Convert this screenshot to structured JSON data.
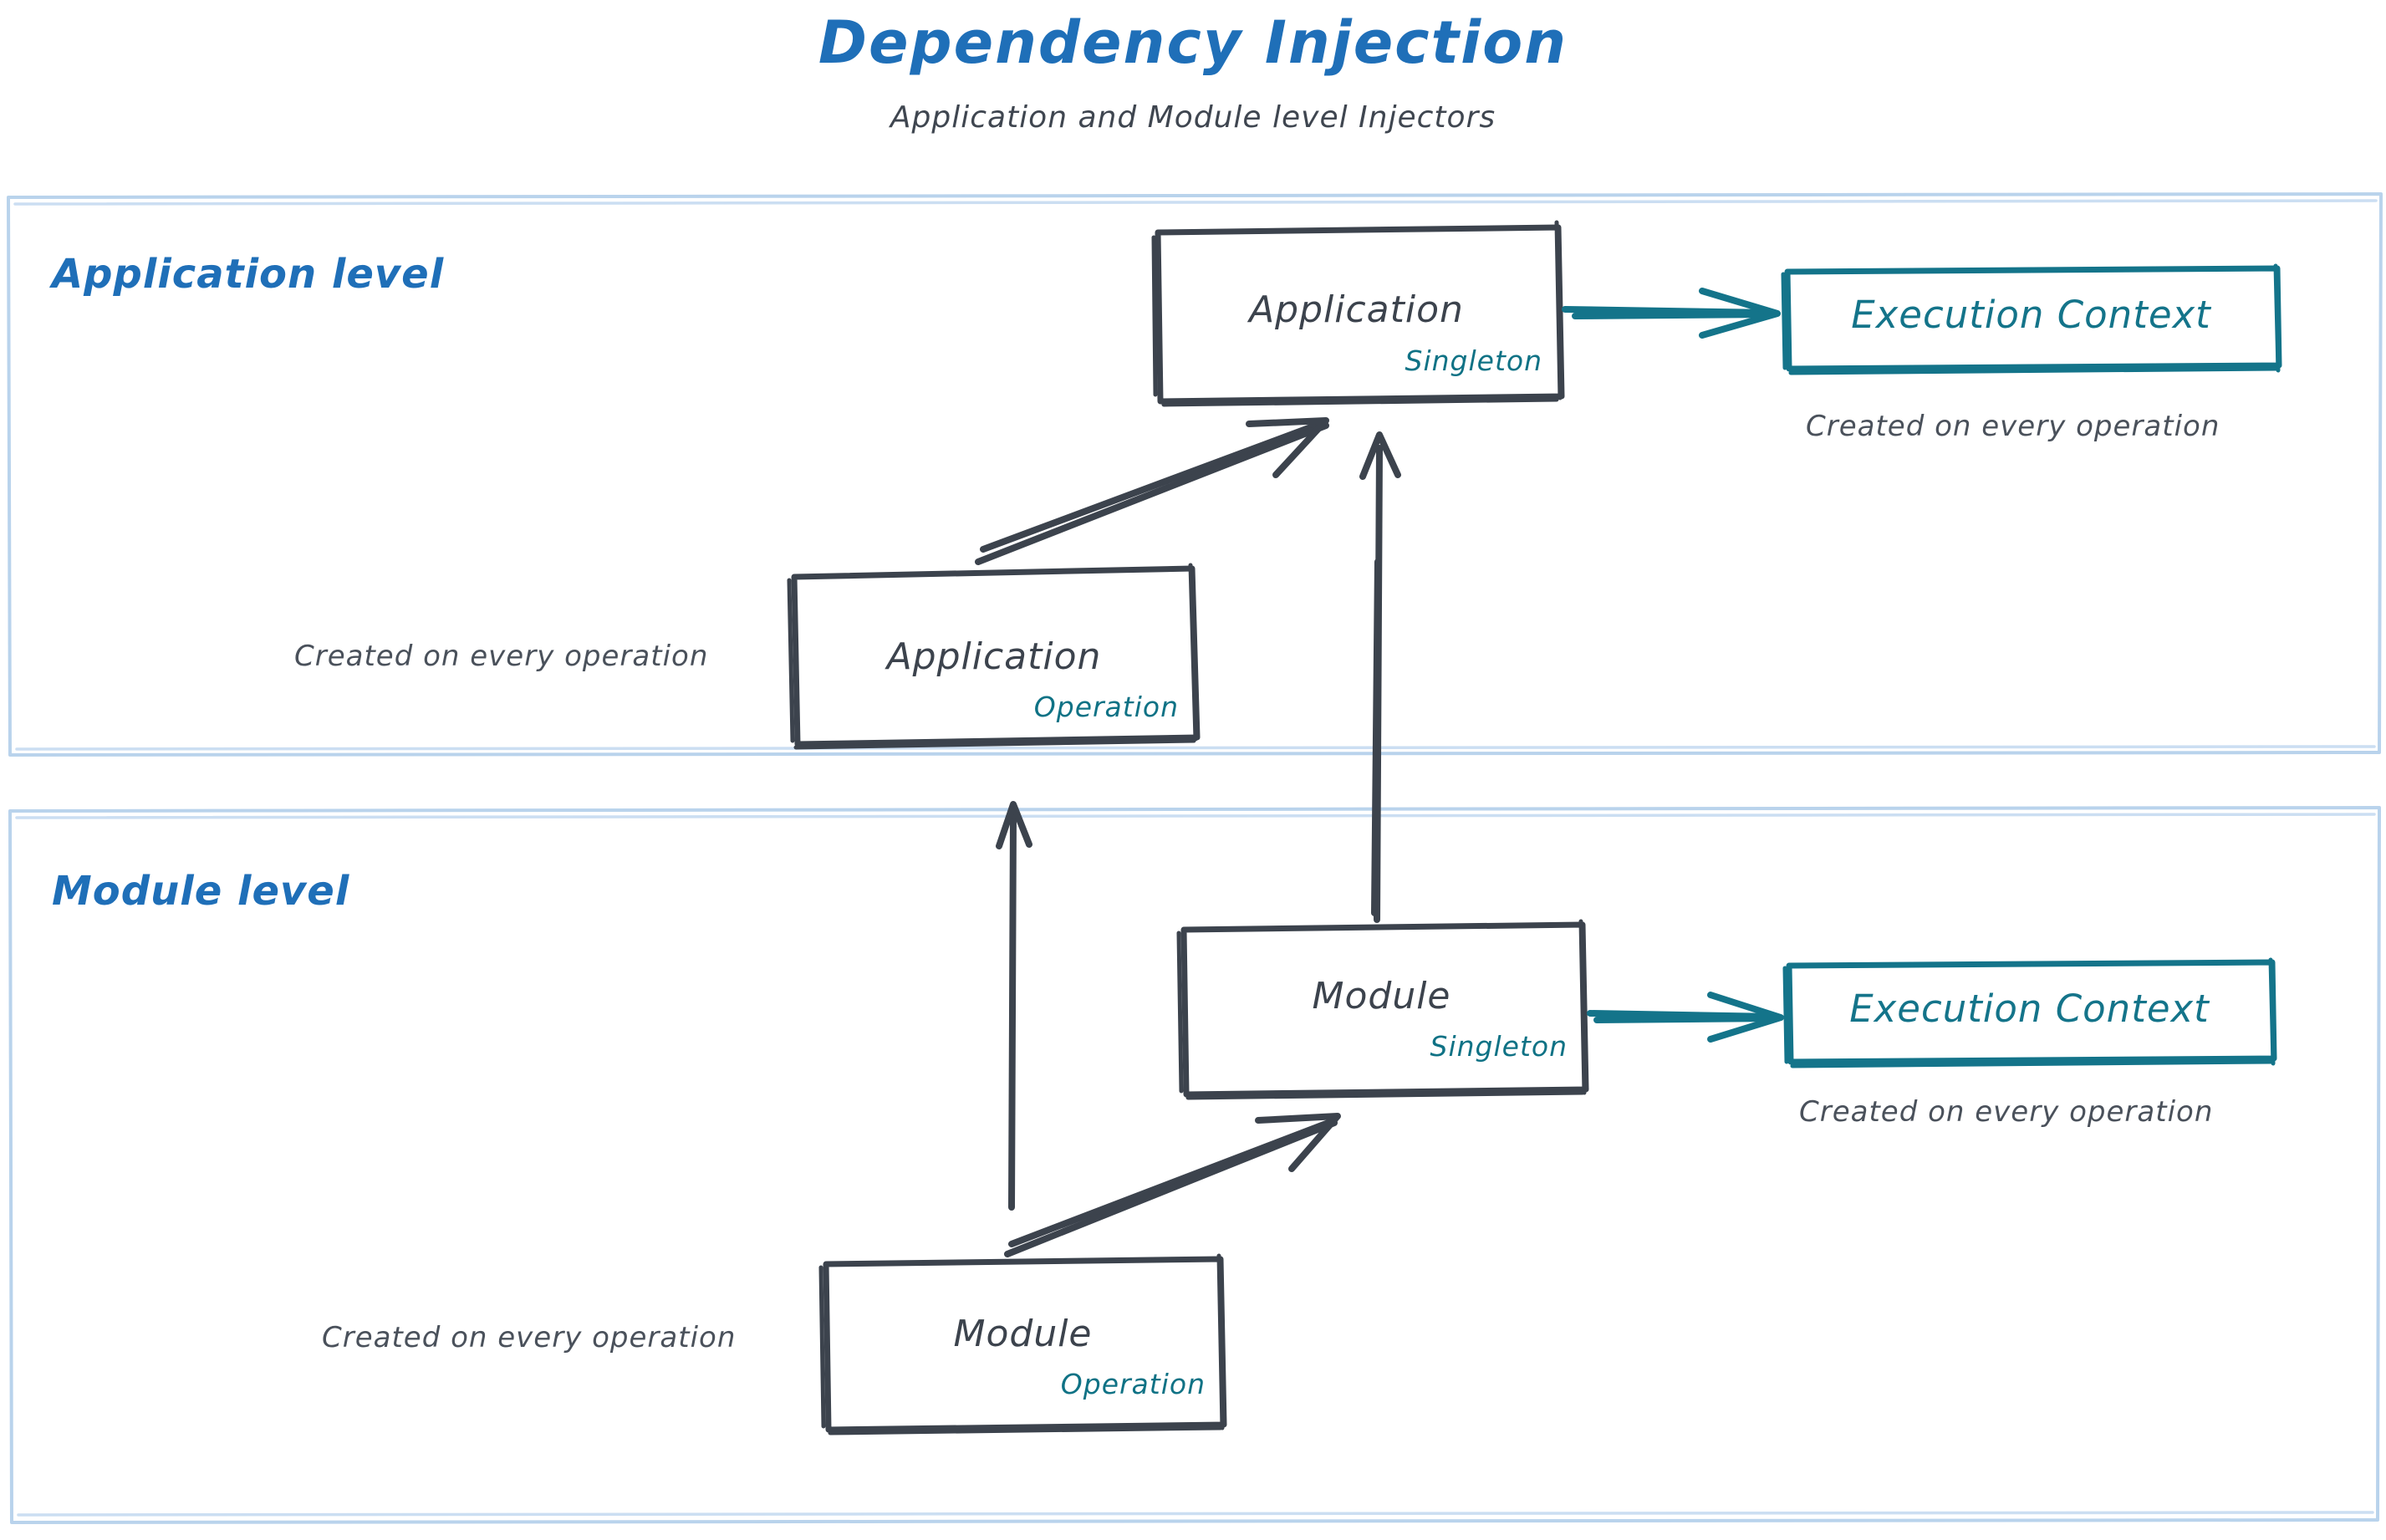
{
  "header": {
    "title": "Dependency Injection",
    "subtitle": "Application and Module level Injectors"
  },
  "colors": {
    "title_blue": "#1f6fb8",
    "section_blue": "#1f6fb8",
    "container_border": "#b9d3ec",
    "node_stroke": "#3c434d",
    "node_text": "#3c434d",
    "scope_teal": "#0f7285",
    "execution_context_teal": "#14748a",
    "note_gray": "#4a515b",
    "background": "#ffffff"
  },
  "sections": [
    {
      "id": "application-level",
      "title": "Application level",
      "nodes": [
        {
          "id": "application-singleton",
          "title": "Application",
          "scope": "Singleton",
          "scope_color": "#0f7285"
        },
        {
          "id": "application-operation",
          "title": "Application",
          "scope": "Operation",
          "scope_color": "#0f7285"
        },
        {
          "id": "execution-context-application",
          "title": "Execution Context",
          "note": "Created on every operation"
        }
      ],
      "notes": [
        {
          "id": "note-application-operation",
          "text": "Created on every operation"
        }
      ]
    },
    {
      "id": "module-level",
      "title": "Module level",
      "nodes": [
        {
          "id": "module-singleton",
          "title": "Module",
          "scope": "Singleton",
          "scope_color": "#0f7285"
        },
        {
          "id": "module-operation",
          "title": "Module",
          "scope": "Operation",
          "scope_color": "#0f7285"
        },
        {
          "id": "execution-context-module",
          "title": "Execution Context",
          "note": "Created on every operation"
        }
      ],
      "notes": [
        {
          "id": "note-module-operation",
          "text": "Created on every operation"
        }
      ]
    }
  ],
  "edges": [
    {
      "id": "app-singleton-to-execution-context",
      "from": "application-singleton",
      "to": "execution-context-application",
      "color": "#14748a",
      "style": "arrow"
    },
    {
      "id": "app-operation-to-app-singleton",
      "from": "application-operation",
      "to": "application-singleton",
      "color": "#3c434d",
      "style": "arrow"
    },
    {
      "id": "module-singleton-to-app-singleton",
      "from": "module-singleton",
      "to": "application-singleton",
      "color": "#3c434d",
      "style": "arrow"
    },
    {
      "id": "module-singleton-to-execution-context",
      "from": "module-singleton",
      "to": "execution-context-module",
      "color": "#14748a",
      "style": "arrow"
    },
    {
      "id": "module-operation-to-module-singleton",
      "from": "module-operation",
      "to": "module-singleton",
      "color": "#3c434d",
      "style": "arrow"
    },
    {
      "id": "module-operation-to-app-operation",
      "from": "module-operation",
      "to": "application-operation",
      "color": "#3c434d",
      "style": "arrow"
    }
  ]
}
